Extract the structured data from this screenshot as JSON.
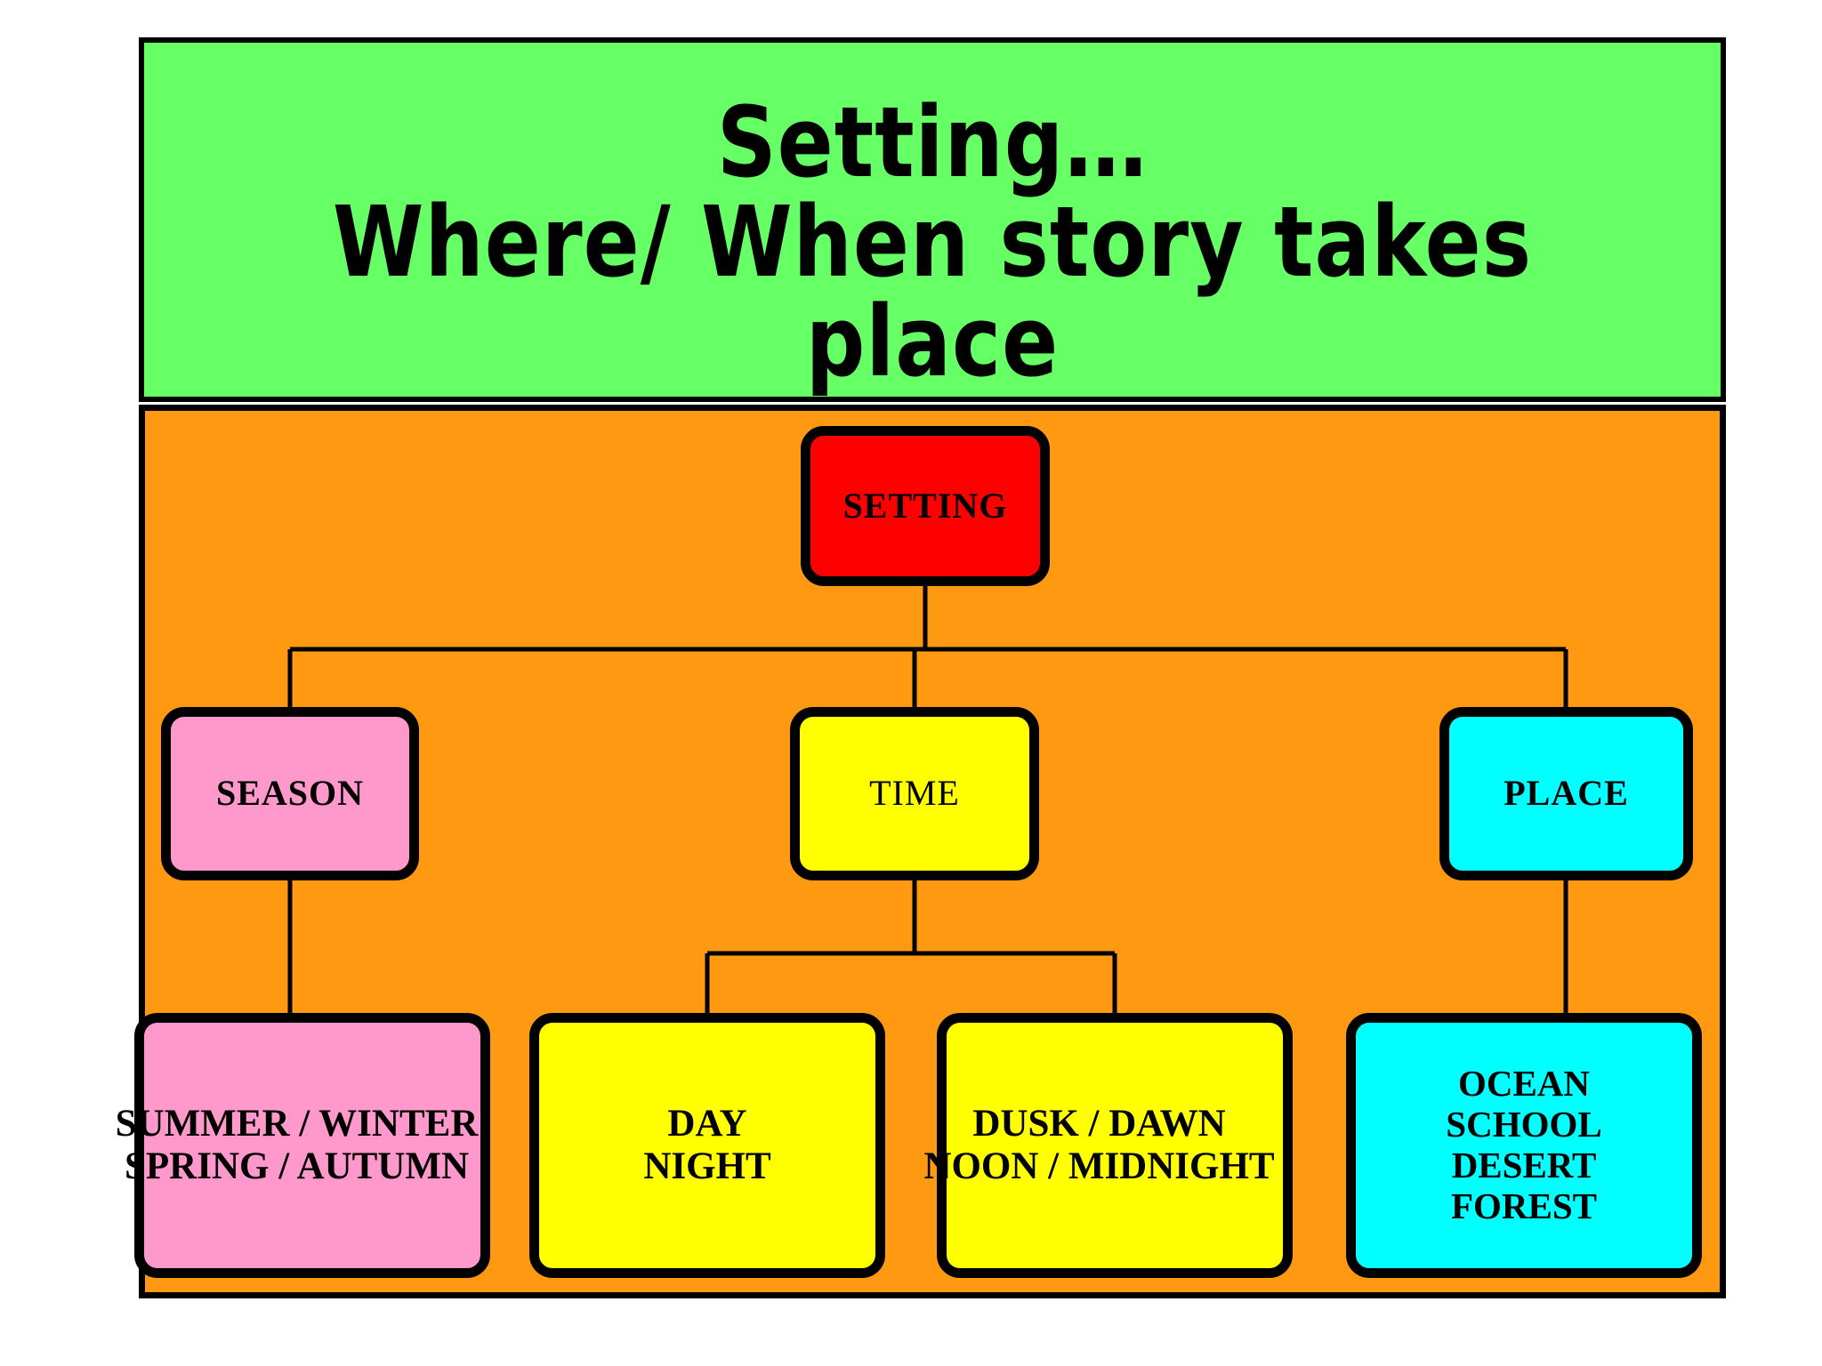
{
  "title_banner": {
    "line1": "Setting…",
    "line2": "Where/ When story takes",
    "line3": "place",
    "background_color": "#66FF66"
  },
  "diagram": {
    "panel_background_color": "#FF9912",
    "border_color": "#000000",
    "type": "tree",
    "root": {
      "id": "setting",
      "label": "SETTING",
      "color": "#FF0000"
    },
    "branches": [
      {
        "id": "season",
        "label": "SEASON",
        "color": "#FF99CC",
        "children": [
          {
            "id": "season-values",
            "color": "#FF99CC",
            "lines": [
              "SUMMER / WINTER",
              "SPRING / AUTUMN"
            ]
          }
        ]
      },
      {
        "id": "time",
        "label": "TIME",
        "color": "#FFFF00",
        "children": [
          {
            "id": "time-day",
            "color": "#FFFF00",
            "lines": [
              "DAY",
              "NIGHT"
            ]
          },
          {
            "id": "time-dusk",
            "color": "#FFFF00",
            "lines": [
              "DUSK  / DAWN",
              "NOON / MIDNIGHT"
            ]
          }
        ]
      },
      {
        "id": "place",
        "label": "PLACE",
        "color": "#00FFFF",
        "children": [
          {
            "id": "place-values",
            "color": "#00FFFF",
            "lines": [
              "OCEAN",
              "SCHOOL",
              "DESERT",
              "FOREST"
            ]
          }
        ]
      }
    ]
  },
  "nodes": {
    "setting": "SETTING",
    "season": "SEASON",
    "time": "TIME",
    "place": "PLACE",
    "season_values_l1": "SUMMER / WINTER",
    "season_values_l2": "SPRING / AUTUMN",
    "time_day_l1": "DAY",
    "time_day_l2": "NIGHT",
    "time_dusk_l1": "DUSK  / DAWN",
    "time_dusk_l2": "NOON / MIDNIGHT",
    "place_values_l1": "OCEAN",
    "place_values_l2": "SCHOOL",
    "place_values_l3": "DESERT",
    "place_values_l4": "FOREST"
  }
}
